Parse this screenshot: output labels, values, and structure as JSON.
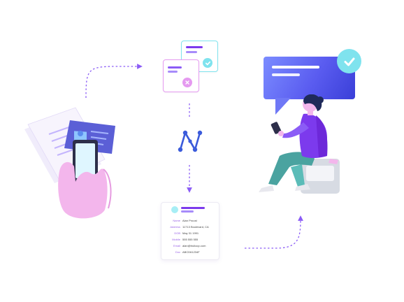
{
  "profile": {
    "rows": [
      {
        "label": "Name",
        "value": "Alan Proust"
      },
      {
        "label": "Address",
        "value": "11713 Boulevard, CA"
      },
      {
        "label": "DOB",
        "value": "May 31 1991"
      },
      {
        "label": "Mobile",
        "value": "555 555 555"
      },
      {
        "label": "Email",
        "value": "alan@trulioop.com"
      },
      {
        "label": "Doc",
        "value": "ABCD61234F"
      }
    ]
  },
  "icons": {
    "approved": "checkmark-icon",
    "rejected": "close-icon",
    "verify_logo": "network-logo-icon",
    "bubble_check": "checkmark-icon"
  },
  "colors": {
    "accent_purple": "#8b5cf6",
    "approved_teal": "#7fe3ee",
    "rejected_pink": "#e59af0",
    "bubble_blue": "#5a5cf0",
    "logo_blue": "#3b5bdb"
  }
}
